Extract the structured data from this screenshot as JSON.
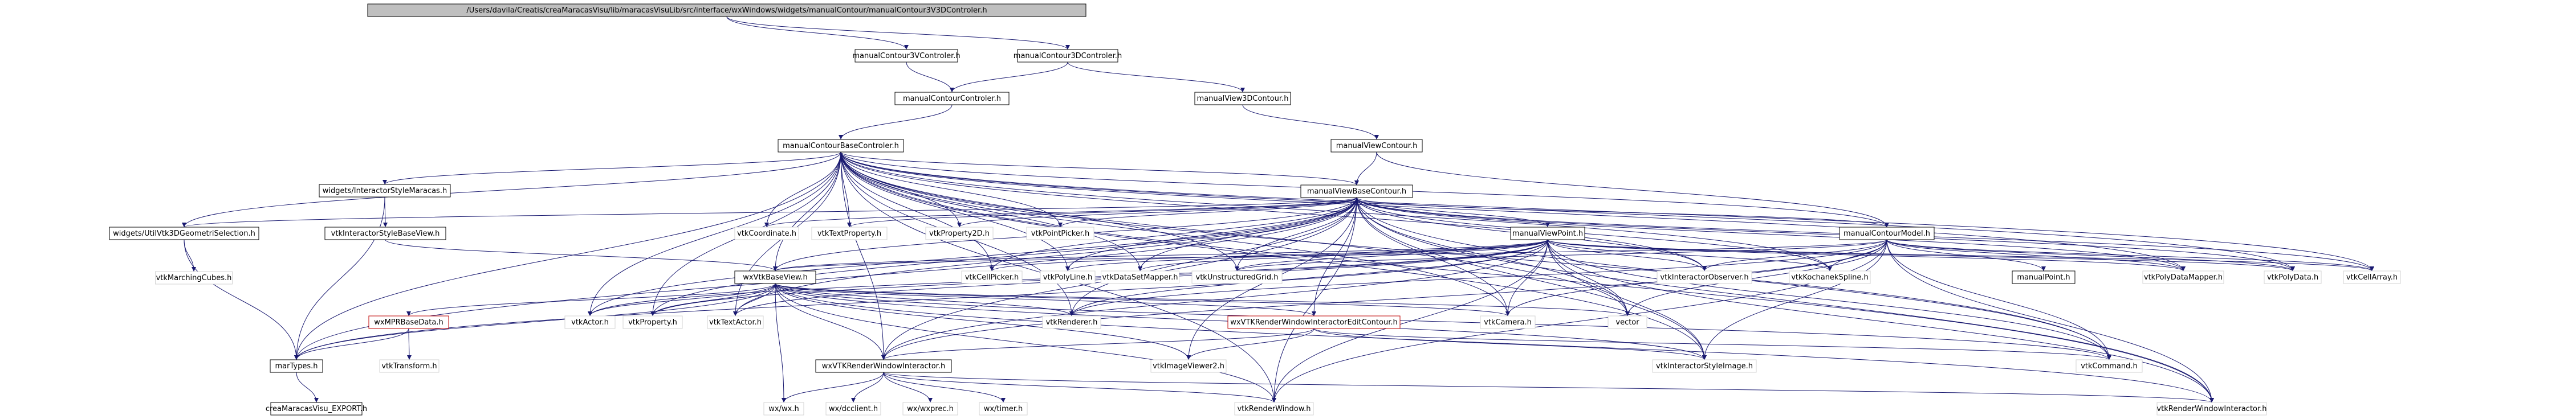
{
  "graph": {
    "nodes": [
      {
        "id": "root",
        "label": "/Users/davila/Creatis/creaMaracasVisu/lib/maracasVisuLib/src/interface/wxWindows/widgets/manualContour/manualContour3V3DControler.h",
        "style": "root"
      },
      {
        "id": "mc3vc",
        "label": "manualContour3VControler.h",
        "style": "doc"
      },
      {
        "id": "mc3dc",
        "label": "manualContour3DControler.h",
        "style": "doc"
      },
      {
        "id": "mcc",
        "label": "manualContourControler.h",
        "style": "doc"
      },
      {
        "id": "mv3dc",
        "label": "manualView3DContour.h",
        "style": "doc"
      },
      {
        "id": "mvc",
        "label": "manualViewContour.h",
        "style": "doc"
      },
      {
        "id": "mcbc",
        "label": "manualContourBaseControler.h",
        "style": "doc"
      },
      {
        "id": "mvbc",
        "label": "manualViewBaseContour.h",
        "style": "doc"
      },
      {
        "id": "wism",
        "label": "widgets/InteractorStyleMaracas.h",
        "style": "doc"
      },
      {
        "id": "vutil",
        "label": "widgets/UtilVtk3DGeometriSelection.h",
        "style": "doc"
      },
      {
        "id": "vmc",
        "label": "vtkMarchingCubes.h",
        "style": "ext"
      },
      {
        "id": "visbv",
        "label": "vtkInteractorStyleBaseView.h",
        "style": "doc"
      },
      {
        "id": "vcoord",
        "label": "vtkCoordinate.h",
        "style": "ext"
      },
      {
        "id": "vtextp",
        "label": "vtkTextProperty.h",
        "style": "ext"
      },
      {
        "id": "vprop2d",
        "label": "vtkProperty2D.h",
        "style": "ext"
      },
      {
        "id": "vpointp",
        "label": "vtkPointPicker.h",
        "style": "ext"
      },
      {
        "id": "mvp",
        "label": "manualViewPoint.h",
        "style": "doc"
      },
      {
        "id": "mcm",
        "label": "manualContourModel.h",
        "style": "doc"
      },
      {
        "id": "wxvbv",
        "label": "wxVtkBaseView.h",
        "style": "doc"
      },
      {
        "id": "vcellp",
        "label": "vtkCellPicker.h",
        "style": "ext"
      },
      {
        "id": "vpolyl",
        "label": "vtkPolyLine.h",
        "style": "ext"
      },
      {
        "id": "vdsm",
        "label": "vtkDataSetMapper.h",
        "style": "ext"
      },
      {
        "id": "vug",
        "label": "vtkUnstructuredGrid.h",
        "style": "ext"
      },
      {
        "id": "vio",
        "label": "vtkInteractorObserver.h",
        "style": "ext"
      },
      {
        "id": "vks",
        "label": "vtkKochanekSpline.h",
        "style": "ext"
      },
      {
        "id": "mpoint",
        "label": "manualPoint.h",
        "style": "doc"
      },
      {
        "id": "vpdm",
        "label": "vtkPolyDataMapper.h",
        "style": "ext"
      },
      {
        "id": "vpd",
        "label": "vtkPolyData.h",
        "style": "ext"
      },
      {
        "id": "vca",
        "label": "vtkCellArray.h",
        "style": "ext"
      },
      {
        "id": "wxmpr",
        "label": "wxMPRBaseData.h",
        "style": "red"
      },
      {
        "id": "vtransform",
        "label": "vtkTransform.h",
        "style": "ext"
      },
      {
        "id": "martypes",
        "label": "marTypes.h",
        "style": "doc"
      },
      {
        "id": "cmvexp",
        "label": "creaMaracasVisu_EXPORT.h",
        "style": "doc"
      },
      {
        "id": "vactor",
        "label": "vtkActor.h",
        "style": "ext"
      },
      {
        "id": "vprop",
        "label": "vtkProperty.h",
        "style": "ext"
      },
      {
        "id": "vtexta",
        "label": "vtkTextActor.h",
        "style": "ext"
      },
      {
        "id": "vrenderer",
        "label": "vtkRenderer.h",
        "style": "ext"
      },
      {
        "id": "wxvtkrwie",
        "label": "wxVTKRenderWindowInteractorEditContour.h",
        "style": "red"
      },
      {
        "id": "vcamera",
        "label": "vtkCamera.h",
        "style": "ext"
      },
      {
        "id": "vector",
        "label": "vector",
        "style": "ext"
      },
      {
        "id": "wxvtkrwi",
        "label": "wxVTKRenderWindowInteractor.h",
        "style": "doc"
      },
      {
        "id": "viv2",
        "label": "vtkImageViewer2.h",
        "style": "ext"
      },
      {
        "id": "visi",
        "label": "vtkInteractorStyleImage.h",
        "style": "ext"
      },
      {
        "id": "vcommand",
        "label": "vtkCommand.h",
        "style": "ext"
      },
      {
        "id": "wxwx",
        "label": "wx/wx.h",
        "style": "ext"
      },
      {
        "id": "wxdc",
        "label": "wx/dcclient.h",
        "style": "ext"
      },
      {
        "id": "wxprec",
        "label": "wx/wxprec.h",
        "style": "ext"
      },
      {
        "id": "wxtimer",
        "label": "wx/timer.h",
        "style": "ext"
      },
      {
        "id": "vrw",
        "label": "vtkRenderWindow.h",
        "style": "ext"
      },
      {
        "id": "vrwi",
        "label": "vtkRenderWindowInteractor.h",
        "style": "ext"
      }
    ],
    "edges": [
      [
        "root",
        "mc3vc"
      ],
      [
        "root",
        "mc3dc"
      ],
      [
        "mc3vc",
        "mcc"
      ],
      [
        "mc3dc",
        "mcc"
      ],
      [
        "mc3dc",
        "mv3dc"
      ],
      [
        "mcc",
        "mcbc"
      ],
      [
        "mv3dc",
        "mvc"
      ],
      [
        "mvc",
        "mvbc"
      ],
      [
        "mvc",
        "mcm"
      ],
      [
        "mcbc",
        "mvbc"
      ],
      [
        "mcbc",
        "mcm"
      ],
      [
        "mcbc",
        "wism"
      ],
      [
        "mcbc",
        "vutil"
      ],
      [
        "mcbc",
        "wxvbv"
      ],
      [
        "mcbc",
        "vcoord"
      ],
      [
        "mcbc",
        "vtextp"
      ],
      [
        "mcbc",
        "vprop2d"
      ],
      [
        "mcbc",
        "vpointp"
      ],
      [
        "mcbc",
        "vcellp"
      ],
      [
        "mcbc",
        "vpolyl"
      ],
      [
        "mcbc",
        "vdsm"
      ],
      [
        "mcbc",
        "vug"
      ],
      [
        "mcbc",
        "vio"
      ],
      [
        "mcbc",
        "vks"
      ],
      [
        "mcbc",
        "vpdm"
      ],
      [
        "mcbc",
        "vpd"
      ],
      [
        "mcbc",
        "vca"
      ],
      [
        "mcbc",
        "martypes"
      ],
      [
        "mcbc",
        "vactor"
      ],
      [
        "mcbc",
        "vprop"
      ],
      [
        "mcbc",
        "vtexta"
      ],
      [
        "mcbc",
        "vrenderer"
      ],
      [
        "mcbc",
        "wxvtkrwi"
      ],
      [
        "mcbc",
        "vcamera"
      ],
      [
        "mcbc",
        "visi"
      ],
      [
        "mcbc",
        "vcommand"
      ],
      [
        "mcbc",
        "vrw"
      ],
      [
        "mcbc",
        "vrwi"
      ],
      [
        "mcbc",
        "vector"
      ],
      [
        "wism",
        "visbv"
      ],
      [
        "wism",
        "martypes"
      ],
      [
        "vutil",
        "vmc"
      ],
      [
        "vutil",
        "martypes"
      ],
      [
        "visbv",
        "wxvbv"
      ],
      [
        "mvbc",
        "vutil"
      ],
      [
        "mvbc",
        "vcoord"
      ],
      [
        "mvbc",
        "vtextp"
      ],
      [
        "mvbc",
        "vprop2d"
      ],
      [
        "mvbc",
        "vpointp"
      ],
      [
        "mvbc",
        "mvp"
      ],
      [
        "mvbc",
        "mcm"
      ],
      [
        "mvbc",
        "wxvbv"
      ],
      [
        "mvbc",
        "vcellp"
      ],
      [
        "mvbc",
        "vpolyl"
      ],
      [
        "mvbc",
        "vdsm"
      ],
      [
        "mvbc",
        "vug"
      ],
      [
        "mvbc",
        "vio"
      ],
      [
        "mvbc",
        "vks"
      ],
      [
        "mvbc",
        "vpdm"
      ],
      [
        "mvbc",
        "vpd"
      ],
      [
        "mvbc",
        "vca"
      ],
      [
        "mvbc",
        "martypes"
      ],
      [
        "mvbc",
        "vactor"
      ],
      [
        "mvbc",
        "vprop"
      ],
      [
        "mvbc",
        "vtexta"
      ],
      [
        "mvbc",
        "vrenderer"
      ],
      [
        "mvbc",
        "wxvtkrwie"
      ],
      [
        "mvbc",
        "vcamera"
      ],
      [
        "mvbc",
        "vector"
      ],
      [
        "mvbc",
        "wxvtkrwi"
      ],
      [
        "mvbc",
        "viv2"
      ],
      [
        "mvbc",
        "visi"
      ],
      [
        "mvbc",
        "vcommand"
      ],
      [
        "mvbc",
        "vrw"
      ],
      [
        "mvbc",
        "vrwi"
      ],
      [
        "mvp",
        "wxvbv"
      ],
      [
        "mvp",
        "vcellp"
      ],
      [
        "mvp",
        "vpolyl"
      ],
      [
        "mvp",
        "vdsm"
      ],
      [
        "mvp",
        "vug"
      ],
      [
        "mvp",
        "vio"
      ],
      [
        "mvp",
        "vks"
      ],
      [
        "mvp",
        "vpdm"
      ],
      [
        "mvp",
        "vpd"
      ],
      [
        "mvp",
        "vca"
      ],
      [
        "mvp",
        "martypes"
      ],
      [
        "mvp",
        "vactor"
      ],
      [
        "mvp",
        "vprop"
      ],
      [
        "mvp",
        "vtexta"
      ],
      [
        "mvp",
        "vrenderer"
      ],
      [
        "mvp",
        "vcamera"
      ],
      [
        "mvp",
        "vector"
      ],
      [
        "mvp",
        "wxvtkrwi"
      ],
      [
        "mvp",
        "visi"
      ],
      [
        "mvp",
        "vcommand"
      ],
      [
        "mvp",
        "vrw"
      ],
      [
        "mvp",
        "vrwi"
      ],
      [
        "mcm",
        "mpoint"
      ],
      [
        "mcm",
        "vks"
      ],
      [
        "mcm",
        "vpdm"
      ],
      [
        "mcm",
        "vpd"
      ],
      [
        "mcm",
        "vca"
      ],
      [
        "mcm",
        "vio"
      ],
      [
        "mcm",
        "vug"
      ],
      [
        "mcm",
        "vcamera"
      ],
      [
        "mcm",
        "vector"
      ],
      [
        "mcm",
        "wxvtkrwi"
      ],
      [
        "mcm",
        "visi"
      ],
      [
        "mcm",
        "vcommand"
      ],
      [
        "mcm",
        "vrw"
      ],
      [
        "mcm",
        "vrwi"
      ],
      [
        "mcm",
        "vrenderer"
      ],
      [
        "mcm",
        "wxvbv"
      ],
      [
        "wxvbv",
        "wxmpr"
      ],
      [
        "wxvbv",
        "martypes"
      ],
      [
        "wxvbv",
        "vactor"
      ],
      [
        "wxvbv",
        "vprop"
      ],
      [
        "wxvbv",
        "vtexta"
      ],
      [
        "wxvbv",
        "vrenderer"
      ],
      [
        "wxvbv",
        "wxvtkrwie"
      ],
      [
        "wxvbv",
        "vcamera"
      ],
      [
        "wxvbv",
        "vector"
      ],
      [
        "wxvbv",
        "wxvtkrwi"
      ],
      [
        "wxvbv",
        "viv2"
      ],
      [
        "wxvbv",
        "visi"
      ],
      [
        "wxvbv",
        "vcommand"
      ],
      [
        "wxvbv",
        "wxwx"
      ],
      [
        "wxvbv",
        "vrw"
      ],
      [
        "wxvbv",
        "vrwi"
      ],
      [
        "wxmpr",
        "vtransform"
      ],
      [
        "wxmpr",
        "martypes"
      ],
      [
        "martypes",
        "cmvexp"
      ],
      [
        "wxvtkrwie",
        "wxvtkrwi"
      ],
      [
        "wxvtkrwie",
        "viv2"
      ],
      [
        "wxvtkrwie",
        "visi"
      ],
      [
        "wxvtkrwie",
        "vcommand"
      ],
      [
        "wxvtkrwi",
        "wxwx"
      ],
      [
        "wxvtkrwi",
        "wxdc"
      ],
      [
        "wxvtkrwi",
        "wxprec"
      ],
      [
        "wxvtkrwi",
        "wxtimer"
      ],
      [
        "wxvtkrwi",
        "vrw"
      ],
      [
        "wxvtkrwi",
        "vrwi"
      ]
    ]
  }
}
